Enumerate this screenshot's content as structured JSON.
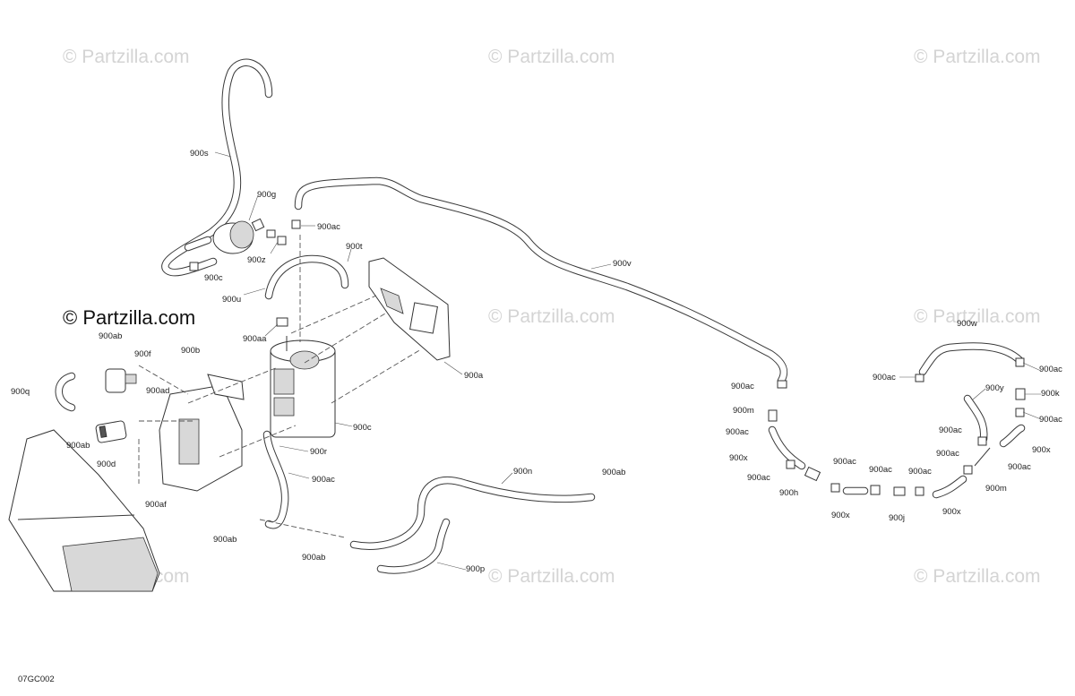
{
  "watermark": {
    "text": "© Partzilla.com",
    "strong_text": "© Partzilla.com"
  },
  "figure_code": "07GC002",
  "labels": {
    "s": "900s",
    "g": "900g",
    "ac_top": "900ac",
    "t": "900t",
    "z": "900z",
    "c_small": "900c",
    "u": "900u",
    "v": "900v",
    "aa": "900aa",
    "a": "900a",
    "ab_left": "900ab",
    "f": "900f",
    "b": "900b",
    "q": "900q",
    "ad": "900ad",
    "c": "900c",
    "ab_mid": "900ab",
    "d": "900d",
    "r": "900r",
    "ac_mid": "900ac",
    "af": "900af",
    "n": "900n",
    "ab_right": "900ab",
    "ab_bottom": "900ab",
    "ab_lower": "900ab",
    "p": "900p",
    "w": "900w",
    "ac_r1": "900ac",
    "ac_r2": "900ac",
    "k": "900k",
    "ac_r3": "900ac",
    "m_a": "900m",
    "y": "900y",
    "ac_r4": "900ac",
    "ac_r5": "900ac",
    "x_a": "900x",
    "ac_r6": "900ac",
    "x_b": "900x",
    "ac_r7": "900ac",
    "ac_r8": "900ac",
    "ac_r9": "900ac",
    "ac_r10": "900ac",
    "h": "900h",
    "x_c": "900x",
    "j": "900j",
    "x_d": "900x",
    "m_b": "900m",
    "ac_r11": "900ac"
  }
}
